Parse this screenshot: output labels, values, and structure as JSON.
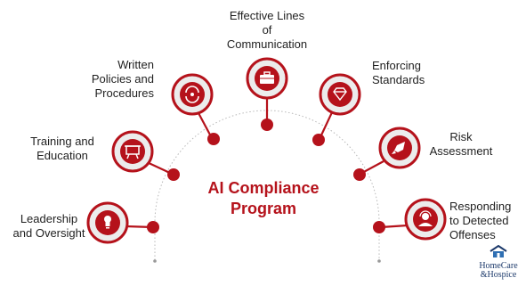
{
  "title": {
    "line1": "AI Compliance",
    "line2": "Program"
  },
  "nodes": [
    {
      "id": "leadership",
      "label_lines": [
        "Leadership",
        "and Oversight"
      ],
      "icon": "lightbulb-icon"
    },
    {
      "id": "training",
      "label_lines": [
        "Training and",
        "Education"
      ],
      "icon": "presentation-board-icon"
    },
    {
      "id": "policies",
      "label_lines": [
        "Written",
        "Policies and",
        "Procedures"
      ],
      "icon": "gear-cycle-icon"
    },
    {
      "id": "communication",
      "label_lines": [
        "Effective Lines",
        "of",
        "Communication"
      ],
      "icon": "briefcase-icon"
    },
    {
      "id": "standards",
      "label_lines": [
        "Enforcing",
        "Standards"
      ],
      "icon": "diamond-icon"
    },
    {
      "id": "risk",
      "label_lines": [
        "Risk",
        "Assessment"
      ],
      "icon": "rocket-icon"
    },
    {
      "id": "responding",
      "label_lines": [
        "Responding",
        "to Detected",
        "Offenses"
      ],
      "icon": "support-agent-icon"
    }
  ],
  "logo": {
    "line1": "HomeCare",
    "line2": "&Hospice",
    "icon": "house-logo-icon"
  },
  "colors": {
    "accent": "#b5121b",
    "ring_gray": "#bdbdbd",
    "text": "#1f1f1f"
  }
}
